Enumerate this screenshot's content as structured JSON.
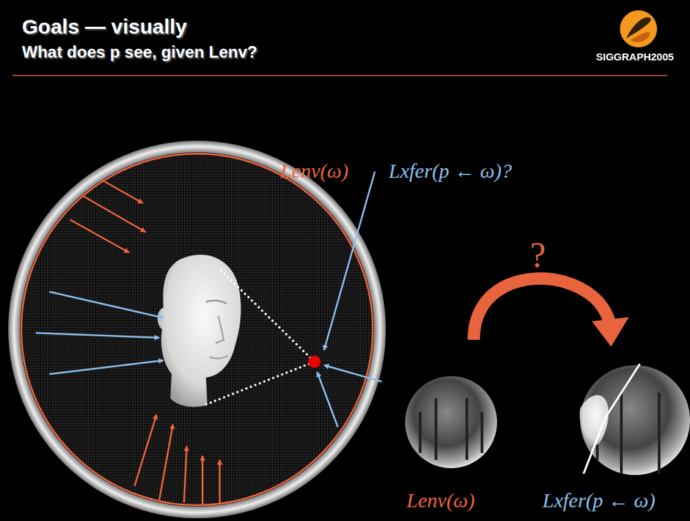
{
  "diagram": {
    "title": "Goals — visually",
    "labels": [
      "What does p see, given Lenv?",
      "SIGGRAPH2005",
      "Lenv(ω)",
      "Lxfer(p ← ω)?",
      "?",
      "Lenv(ω)",
      "Lxfer(p ← ω)"
    ]
  }
}
